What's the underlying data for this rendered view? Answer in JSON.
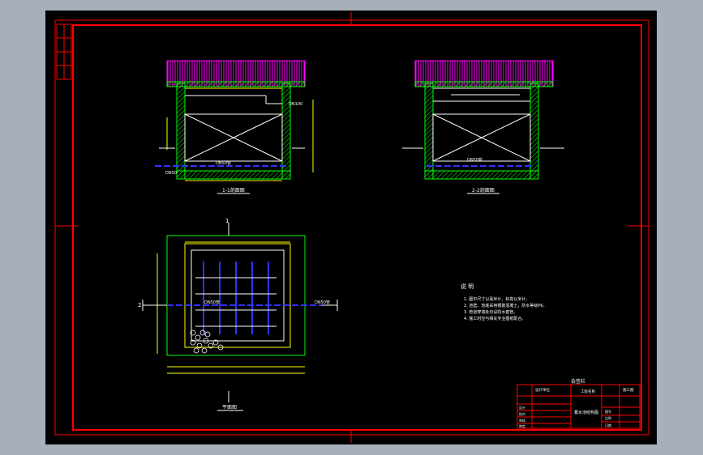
{
  "colors": {
    "page_bg": "#a7b0ba",
    "canvas_bg": "#000000",
    "frame": "#ff0000",
    "wall_hatch": "#00ff00",
    "roof_hatch": "#ff00ff",
    "pipe": "#3232ff",
    "dimension": "#ffff00",
    "text": "#ffffff"
  },
  "icons": [
    "center-mark-icon",
    "section-cut-icon"
  ],
  "views": {
    "section_1_1": {
      "title": "1-1剖面图",
      "pipe_in": "DN100",
      "pipe_out": "DN50",
      "pipe_label": "DN50管"
    },
    "section_2_2": {
      "title": "2-2剖面图",
      "pipe_label": "DN50管"
    },
    "plan": {
      "title": "平面图",
      "pipe_label": "DN50管",
      "pipe_right": "DN50管",
      "cut_mark": "1",
      "cut_mark_side": "2"
    }
  },
  "notes": {
    "heading": "说 明",
    "lines": [
      "1. 图中尺寸以毫米计，标高以米计。",
      "2. 池壁、池底采用钢筋混凝土，防水等级P6。",
      "3. 管道穿墙处均设防水套管。",
      "4. 施工时应与相关专业图纸配合。"
    ]
  },
  "title_block": {
    "top_label": "会签栏",
    "design_unit": "设计单位",
    "project": "工程名称",
    "drawing_name": "蓄水池结构图",
    "drawing_no": "图号",
    "stage": "施工图",
    "scale": "比例",
    "date": "日期",
    "rows": [
      "设计",
      "校对",
      "审核",
      "审定"
    ]
  }
}
